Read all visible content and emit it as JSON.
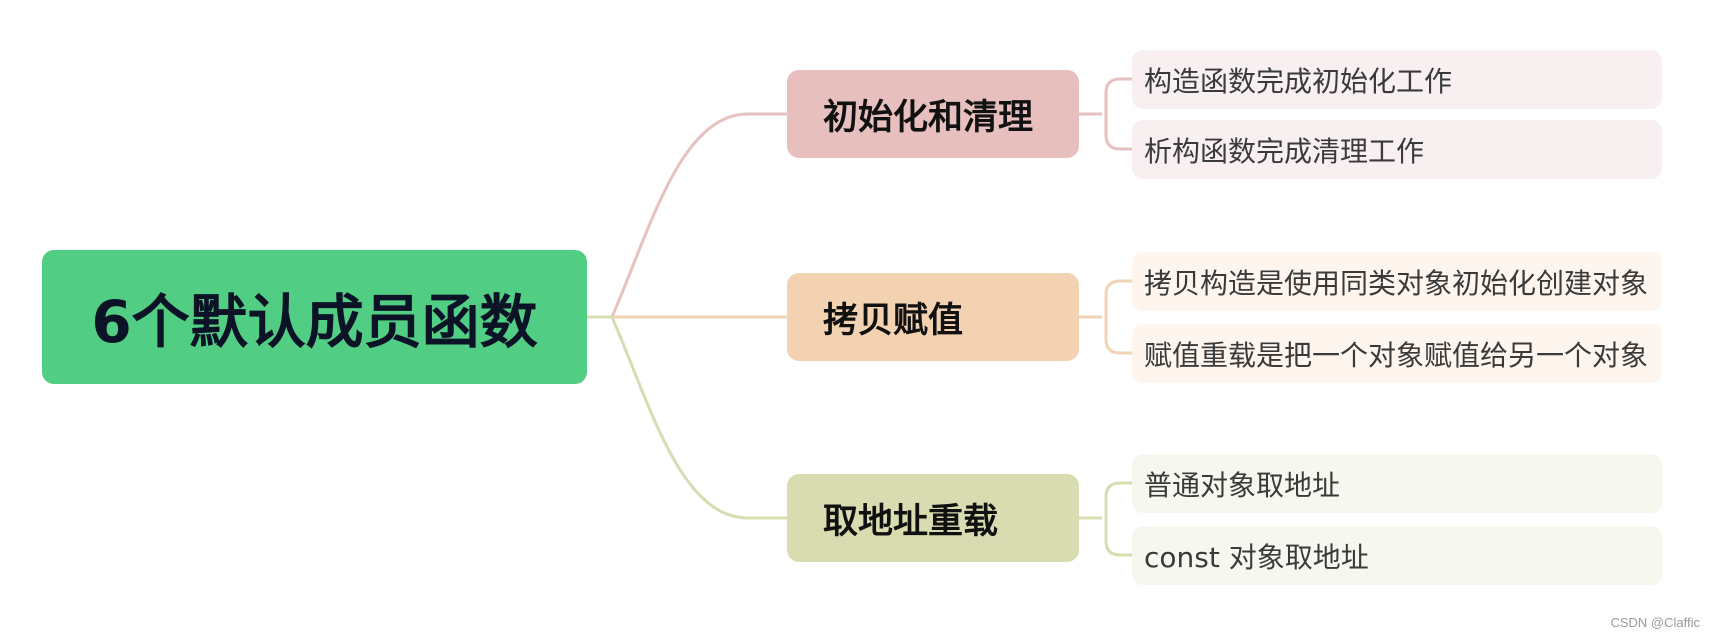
{
  "root": {
    "label": "6个默认成员函数",
    "color": "#51cd84"
  },
  "branches": [
    {
      "label": "初始化和清理",
      "color": "#e8bfbf",
      "line_color": "#e5c2bf",
      "leaf_color": "#f8f0f0",
      "leaves": [
        "构造函数完成初始化工作",
        "析构函数完成清理工作"
      ]
    },
    {
      "label": "拷贝赋值",
      "color": "#f3d2b2",
      "line_color": "#f1d4b5",
      "leaf_color": "#fdf5ee",
      "leaves": [
        "拷贝构造是使用同类对象初始化创建对象",
        "赋值重载是把一个对象赋值给另一个对象"
      ]
    },
    {
      "label": "取地址重载",
      "color": "#d9dcb0",
      "line_color": "#d8dcb0",
      "leaf_color": "#f6f7ef",
      "leaves": [
        "普通对象取地址",
        "const 对象取地址"
      ]
    }
  ],
  "watermark": "CSDN @Claffic"
}
